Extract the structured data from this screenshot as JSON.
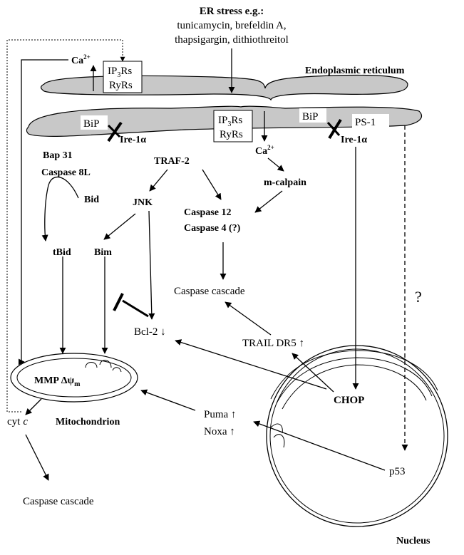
{
  "header": {
    "title": "ER stress e.g.:",
    "line1": "tunicamycin, brefeldin A,",
    "line2": "thapsigargin, dithiothreitol"
  },
  "organelles": {
    "er": "Endoplasmic reticulum",
    "mitochondrion": "Mitochondrion",
    "nucleus": "Nucleus"
  },
  "labels": {
    "ca": "Ca",
    "ca_sup": "2+",
    "ip3": "IP",
    "ip3_sub": "3",
    "ip3_suffix": "Rs",
    "ryrs": "RyRs",
    "bip": "BiP",
    "ps1": "PS-1",
    "ire1a": "Ire-1α",
    "bap31": "Bap 31",
    "caspase8l": "Caspase 8L",
    "bid": "Bid",
    "tbid": "tBid",
    "bim": "Bim",
    "traf2": "TRAF-2",
    "jnk": "JNK",
    "mcalpain": "m-calpain",
    "caspase12": "Caspase 12",
    "caspase4": "Caspase 4 (?)",
    "caspase_cascade": "Caspase cascade",
    "bcl2": "Bcl-2 ↓",
    "trail": "TRAIL DR5 ↑",
    "chop": "CHOP",
    "mmp": "MMP Δψ",
    "mmp_sub": "m",
    "cyt": "cyt",
    "cyt_c": "c",
    "puma": "Puma ↑",
    "noxa": "Noxa ↑",
    "p53": "p53",
    "question": "?"
  }
}
